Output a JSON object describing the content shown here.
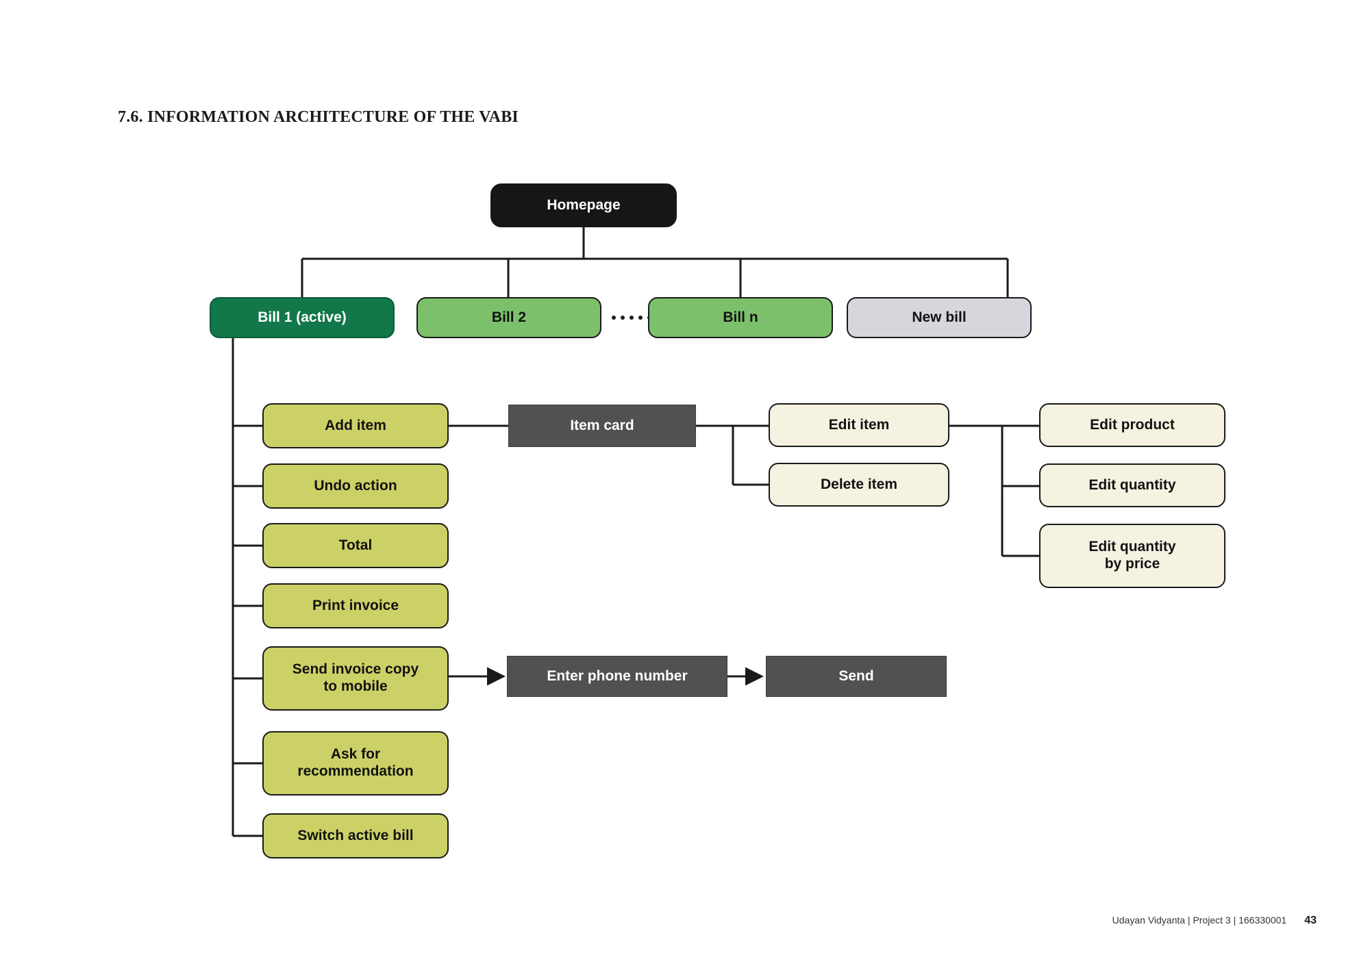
{
  "section": {
    "title": "7.6. INFORMATION ARCHITECTURE OF THE VABI"
  },
  "colors": {
    "root": "#161616",
    "active_bill": "#127749",
    "bill": "#7cc06b",
    "new_bill": "#d8d5dd",
    "action": "#ccd167",
    "process": "#515151",
    "sub_action": "#f5f2e1",
    "edge": "#1a1a1a",
    "page_background": "#ffffff"
  },
  "diagram": {
    "type": "information-architecture-tree",
    "root": {
      "label": "Homepage",
      "style": "dark"
    },
    "bills": [
      {
        "label": "Bill 1 (active)",
        "style": "green-active"
      },
      {
        "label": "Bill 2",
        "style": "green"
      },
      {
        "label": "Bill n",
        "style": "green"
      },
      {
        "label": "New bill",
        "style": "lavender"
      }
    ],
    "ellipsis_dots": 7,
    "actions": [
      {
        "label": "Add item",
        "style": "olive"
      },
      {
        "label": "Undo action",
        "style": "olive"
      },
      {
        "label": "Total",
        "style": "olive"
      },
      {
        "label": "Print invoice",
        "style": "olive"
      },
      {
        "label": "Send invoice copy\nto mobile",
        "style": "olive"
      },
      {
        "label": "Ask for\nrecommendation",
        "style": "olive"
      },
      {
        "label": "Switch active bill",
        "style": "olive"
      }
    ],
    "item_card": {
      "label": "Item card",
      "style": "process"
    },
    "item_card_children": [
      {
        "label": "Edit item",
        "style": "cream"
      },
      {
        "label": "Delete item",
        "style": "cream"
      }
    ],
    "edit_item_children": [
      {
        "label": "Edit product",
        "style": "cream"
      },
      {
        "label": "Edit quantity",
        "style": "cream"
      },
      {
        "label": "Edit quantity\nby price",
        "style": "cream"
      }
    ],
    "send_flow": [
      {
        "label": "Enter phone number",
        "style": "process"
      },
      {
        "label": "Send",
        "style": "process"
      }
    ]
  },
  "footer": {
    "credit": "Udayan Vidyanta | Project 3 | 166330001",
    "page_number": "43"
  }
}
